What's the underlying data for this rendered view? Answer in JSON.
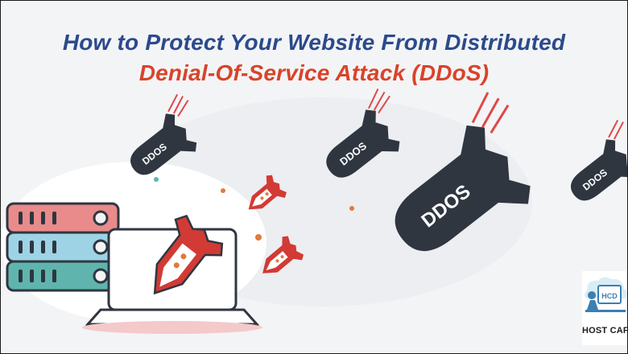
{
  "title": {
    "line1": "How to Protect Your Website From Distributed",
    "line2": "Denial-Of-Service Attack (DDoS)"
  },
  "bombs": {
    "label": "DDOS"
  },
  "logo": {
    "inner_text": "HCD",
    "name": "HOST CAFE"
  },
  "colors": {
    "title_blue": "#2b4a8c",
    "title_red": "#d9432a",
    "bomb_dark": "#2f3640",
    "rocket_red": "#d23a35",
    "server_pink": "#e98b8b",
    "server_blue": "#9ed3e6",
    "server_teal": "#5fb5ad"
  }
}
